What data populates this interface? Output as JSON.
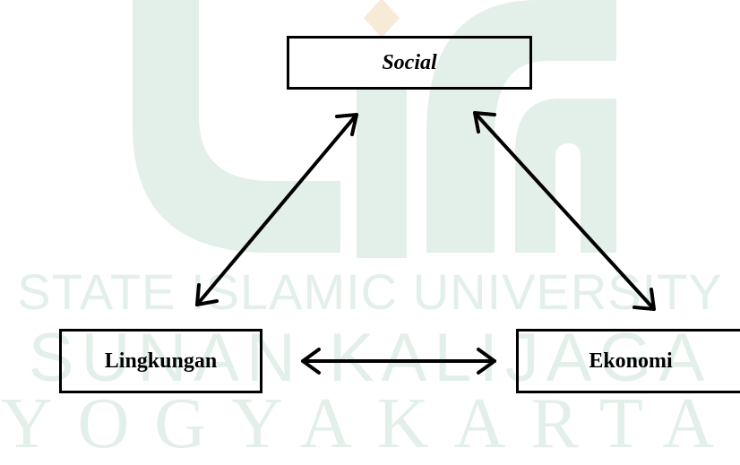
{
  "colors": {
    "watermark": "#e3efe9",
    "watermark_accent": "#f7ead7",
    "border": "#000000",
    "text": "#000000"
  },
  "watermark": {
    "line1": "STATE ISLAMIC UNIVERSITY",
    "line2": "SUNAN KALIJAGA",
    "line3": "YOGYAKARTA"
  },
  "nodes": {
    "social": "Social",
    "lingkungan": "Lingkungan",
    "ekonomi": "Ekonomi"
  },
  "edges": [
    {
      "from": "Social",
      "to": "Lingkungan",
      "type": "bidirectional"
    },
    {
      "from": "Social",
      "to": "Ekonomi",
      "type": "bidirectional"
    },
    {
      "from": "Lingkungan",
      "to": "Ekonomi",
      "type": "bidirectional"
    }
  ]
}
